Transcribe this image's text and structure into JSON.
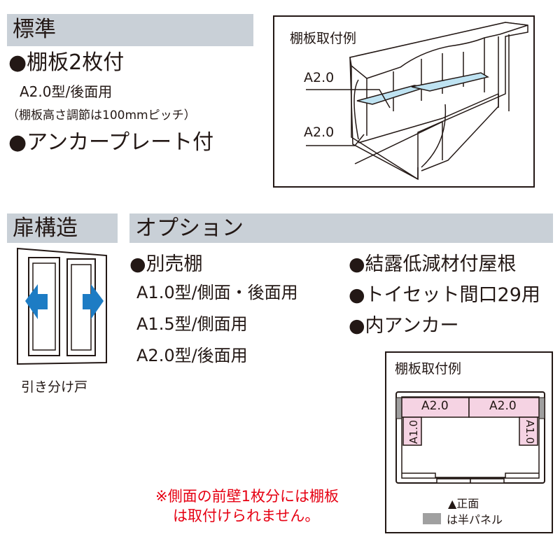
{
  "standard": {
    "title": "標準",
    "item1": "●棚板2枚付",
    "item1_sub1": "A2.0型/後面用",
    "item1_sub2": "（棚板高さ調節は100mmピッチ）",
    "item2": "●アンカープレート付"
  },
  "shelf_example_3d": {
    "title": "棚板取付例",
    "label_upper": "A2.0",
    "label_lower": "A2.0"
  },
  "door": {
    "title": "扉構造",
    "label": "引き分け戸"
  },
  "options": {
    "title": "オプション",
    "shelf": "●別売棚",
    "shelf_types": [
      "A1.0型/側面・後面用",
      "A1.5型/側面用",
      "A2.0型/後面用"
    ],
    "roof": "●結露低減材付屋根",
    "toilet": "●トイセット間口29用",
    "anchor": "●内アンカー"
  },
  "note": {
    "line1": "※側面の前壁1枚分には棚板",
    "line2": "は取付けられません。"
  },
  "shelf_example_plan": {
    "title": "棚板取付例",
    "shelf_back_left": "A2.0",
    "shelf_back_right": "A2.0",
    "shelf_left": "A1.0",
    "shelf_right": "A1.0",
    "front_label": "▲正面",
    "legend": "は半パネル"
  },
  "colors": {
    "header_bar": "#c9d0d7",
    "shelf_blue": "#bfe3f2",
    "shelf_pink": "#f5d3e3",
    "half_panel": "#a0a0a0",
    "arrow_blue": "#1d7cc4",
    "note_red": "#e60012"
  }
}
